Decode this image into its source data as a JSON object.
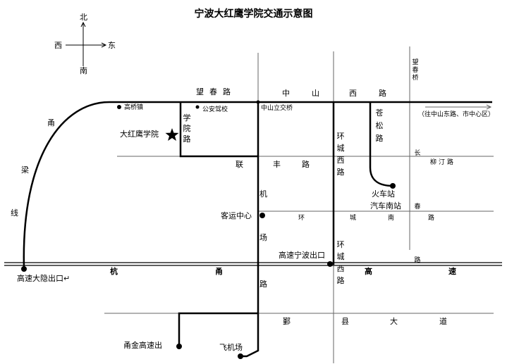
{
  "title": "宁波大红鹰学院交通示意图",
  "compass": {
    "north": "北",
    "south": "南",
    "east": "东",
    "west": "西"
  },
  "roads": {
    "wangchun": "望春路",
    "zhongshan_west": [
      "中",
      "山",
      "西",
      "路"
    ],
    "xueyuan": "学院路",
    "cangsong": "苍松路",
    "changchun": "长春路",
    "wangchun_bridge": "望春桥",
    "liuting": "柳汀路",
    "lianfeng": [
      "联",
      "丰",
      "路"
    ],
    "jichang": [
      "机",
      "场",
      "路"
    ],
    "huancheng_west": "环城西路",
    "huancheng_south": [
      "环",
      "城",
      "南",
      "路"
    ],
    "huancheng_west2": "环城西路",
    "hangyong": [
      "杭",
      "甬",
      "高",
      "速"
    ],
    "yinxian": [
      "鄞",
      "县",
      "大",
      "道"
    ],
    "yongliang": [
      "甬",
      "梁",
      "线"
    ]
  },
  "places": {
    "gaoqiao_town": "高桥镇",
    "school": "大红鹰学院",
    "police_school": "公安驾校",
    "zhongshan_bridge": "中山立交桥",
    "to_city": "（往中山东路、市中心区）",
    "train_station": "火车站",
    "bus_south": "汽车南站",
    "bus_center": "客运中心",
    "ningbo_exit": "高速宁波出口",
    "dayin_exit": "高速大隐出口↵",
    "yongjin_exit": "甬金高速出",
    "airport": "飞机场"
  },
  "colors": {
    "road": "#000000",
    "thin_line": "#666666",
    "background": "#ffffff"
  }
}
